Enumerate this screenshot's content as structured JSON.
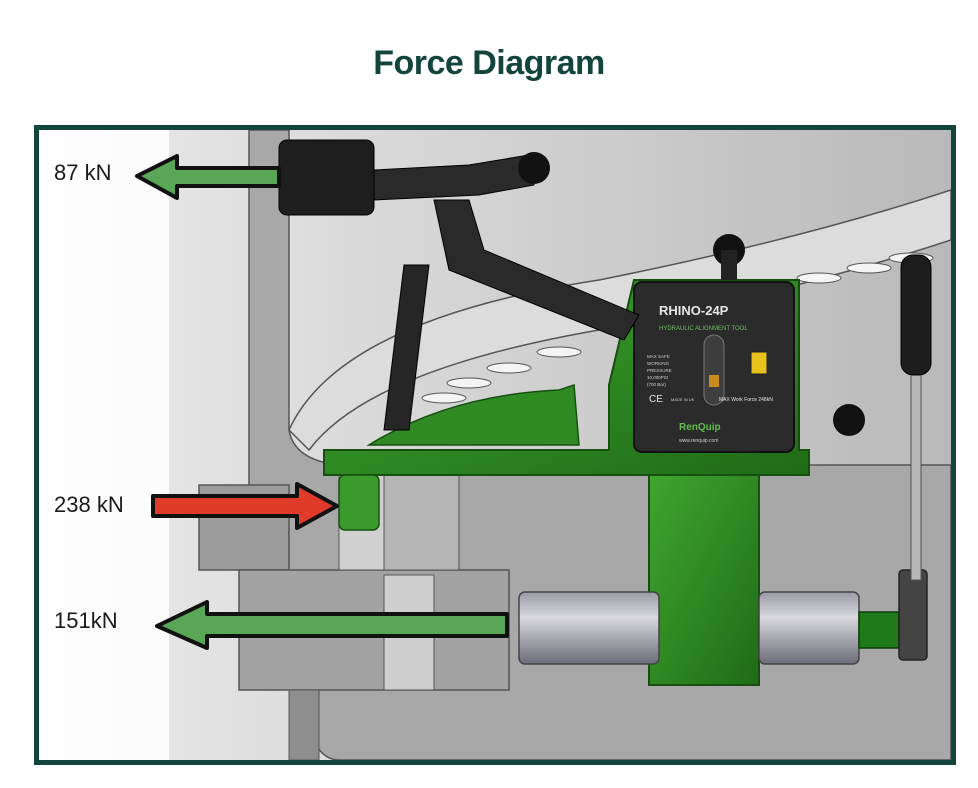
{
  "title": "Force Diagram",
  "forces": [
    {
      "label": "87 kN",
      "value": 87,
      "unit": "kN",
      "direction": "left",
      "color": "#5aa657"
    },
    {
      "label": "238 kN",
      "value": 238,
      "unit": "kN",
      "direction": "right",
      "color": "#e03a2a"
    },
    {
      "label": "151kN",
      "value": 151,
      "unit": "kN",
      "direction": "left",
      "color": "#5aa657"
    }
  ],
  "tool": {
    "model": "RHINO-24P",
    "subtitle": "HYDRAULIC ALIGNMENT TOOL",
    "spec": "MAX Work Force 248kN",
    "brand": "RenQuip",
    "website": "www.renquip.com",
    "ce_mark": "CE",
    "made_in": "MADE IN UK",
    "pressure_lines": [
      "MAX SAFE",
      "WORKING",
      "PRESSURE",
      "10,000PSI",
      "(700 Bar)"
    ]
  },
  "colors": {
    "title": "#14453d",
    "frame": "#14453d",
    "tool_green": "#2f8a24",
    "arrow_outline": "#111111"
  }
}
